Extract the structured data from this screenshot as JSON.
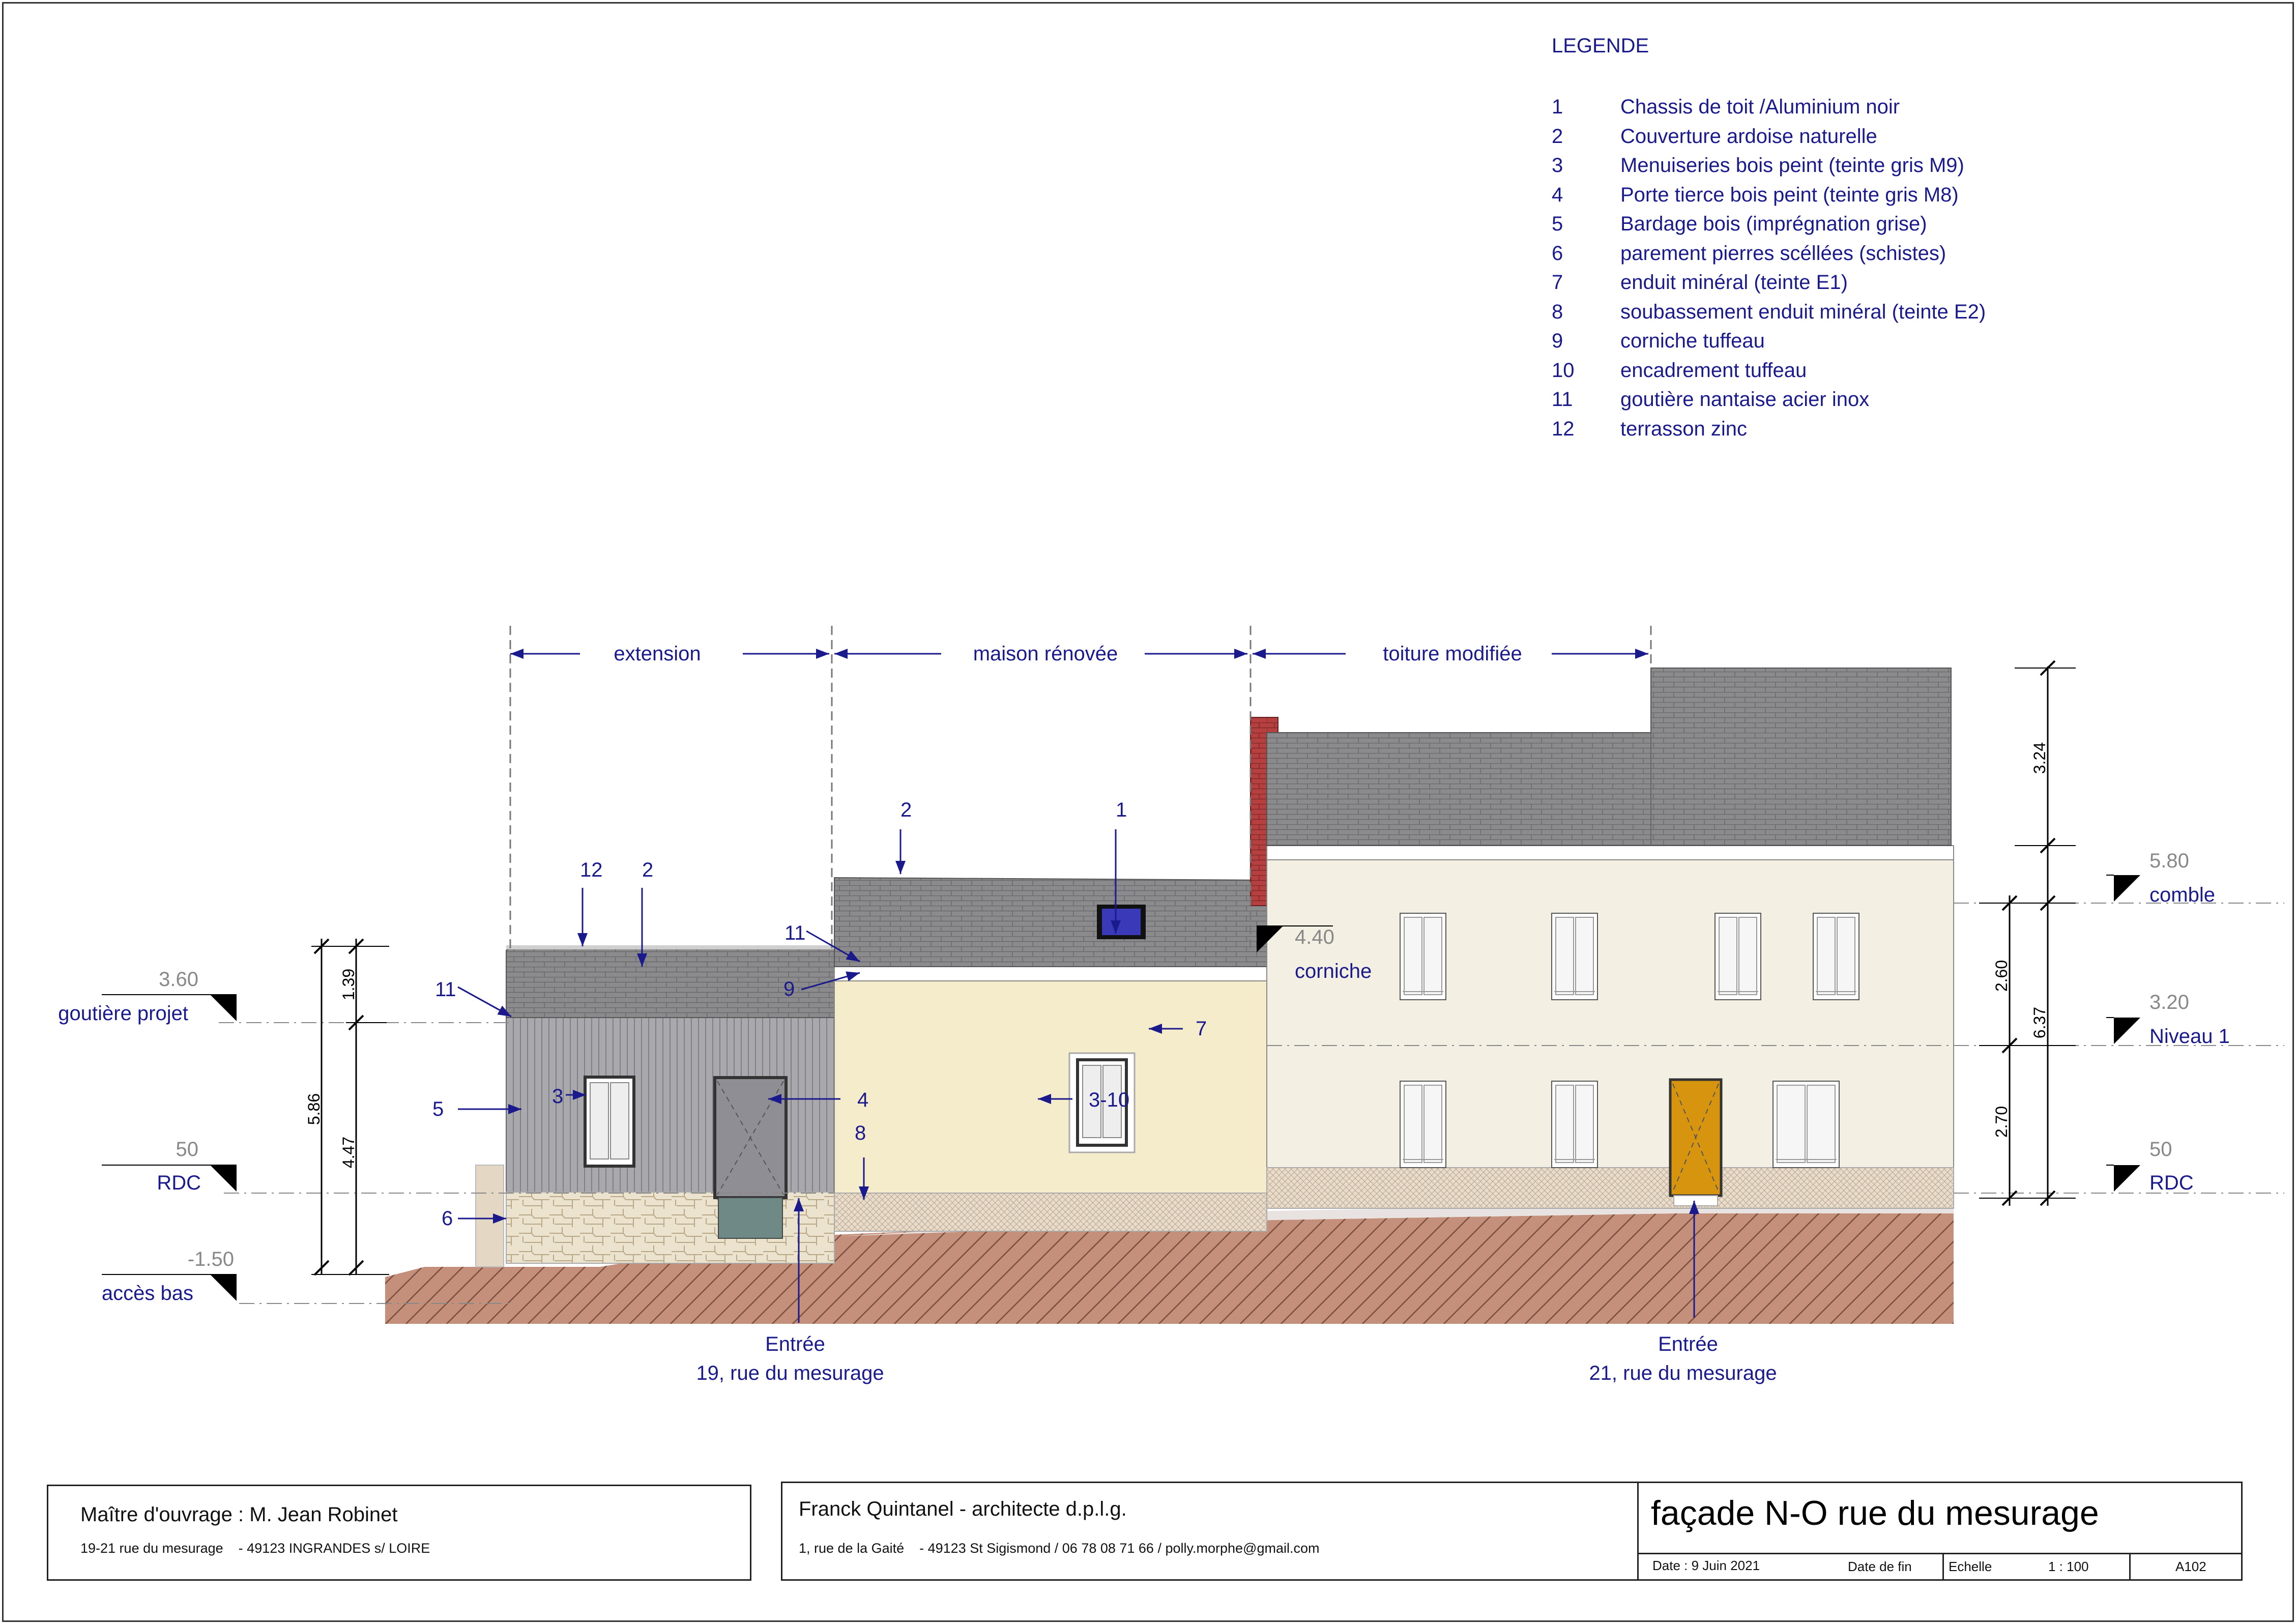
{
  "legend": {
    "title": "LEGENDE",
    "items": [
      {
        "num": "1",
        "text": "Chassis de toit /Aluminium noir"
      },
      {
        "num": "2",
        "text": "Couverture ardoise naturelle"
      },
      {
        "num": "3",
        "text": "Menuiseries bois peint (teinte gris M9)"
      },
      {
        "num": "4",
        "text": "Porte tierce bois peint (teinte gris M8)"
      },
      {
        "num": "5",
        "text": "Bardage bois (imprégnation grise)"
      },
      {
        "num": "6",
        "text": "parement pierres scéllées (schistes)"
      },
      {
        "num": "7",
        "text": "enduit minéral (teinte E1)"
      },
      {
        "num": "8",
        "text": "soubassement enduit minéral (teinte E2)"
      },
      {
        "num": "9",
        "text": "corniche tuffeau"
      },
      {
        "num": "10",
        "text": "encadrement tuffeau"
      },
      {
        "num": "11",
        "text": "goutière nantaise acier inox"
      },
      {
        "num": "12",
        "text": "terrasson zinc"
      }
    ]
  },
  "zones": {
    "extension": "extension",
    "maison": "maison rénovée",
    "toiture": "toiture modifiée"
  },
  "levels": {
    "goutiere_val": "3.60",
    "goutiere_label": "goutière projet",
    "rdc_left_val": "50",
    "rdc_left_label": "RDC",
    "acces_val": "-1.50",
    "acces_label": "accès bas",
    "corniche_val": "4.40",
    "corniche_label": "corniche",
    "comble_val": "5.80",
    "comble_label": "comble",
    "niveau1_val": "3.20",
    "niveau1_label": "Niveau 1",
    "rdc_right_val": "50",
    "rdc_right_label": "RDC"
  },
  "dims": {
    "d139": "1.39",
    "d447": "4.47",
    "d586": "5.86",
    "d324": "3.24",
    "d260": "2.60",
    "d270": "2.70",
    "d637": "6.37"
  },
  "callouts": {
    "c12": "12",
    "c2a": "2",
    "c2b": "2",
    "c1": "1",
    "c11a": "11",
    "c11b": "11",
    "c9": "9",
    "c7": "7",
    "c5": "5",
    "c3": "3",
    "c4": "4",
    "c310": "3-10",
    "c8": "8",
    "c6": "6"
  },
  "entrances": {
    "left_title": "Entrée",
    "left_addr": "19, rue du mesurage",
    "right_title": "Entrée",
    "right_addr": "21, rue du mesurage"
  },
  "titleblock": {
    "owner": "Maître d'ouvrage : M. Jean Robinet",
    "owner_addr": "19-21 rue du mesurage    - 49123 INGRANDES s/ LOIRE",
    "architect": "Franck Quintanel - architecte d.p.l.g.",
    "architect_addr": "1, rue de la Gaité    - 49123 St Sigismond / 06 78 08 71 66 / polly.morphe@gmail.com",
    "title": "façade N-O rue du mesurage",
    "date": "Date : 9 Juin 2021",
    "date_end_label": "Date de fin",
    "scale_label": "Echelle",
    "scale": "1 : 100",
    "sheet": "A102"
  },
  "colors": {
    "annotation": "#1a1a8c",
    "roof": "#8b8b8d",
    "render_light": "#f3efe2",
    "render_yellow": "#f4eccb",
    "ground": "#c4907c",
    "bardage": "#a9a9ad",
    "door_wood": "#d7950f",
    "chimney": "#b5403f"
  }
}
